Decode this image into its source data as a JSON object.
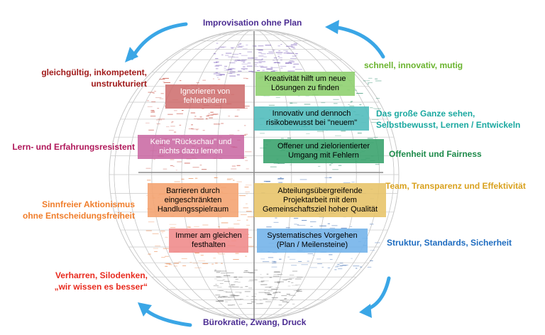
{
  "poles": {
    "top": "Improvisation ohne Plan",
    "bottom": "Bürokratie, Zwang, Druck"
  },
  "left_labels": [
    {
      "text": "gleichgültig, inkompetent,\nunstrukturiert",
      "color": "#a01a1a"
    },
    {
      "text": "Lern- und Erfahrungsresistent",
      "color": "#b0185a"
    },
    {
      "text": "Sinnfreier Aktionismus\nohne Entscheidungsfreiheit",
      "color": "#f07d2a"
    },
    {
      "text": "Verharren, Silodenken,\n„wir wissen es besser“",
      "color": "#e82a1e"
    }
  ],
  "right_labels": [
    {
      "text": "schnell, innovativ, mutig",
      "color": "#6ab42e"
    },
    {
      "text": "Das große Ganze sehen,\nSelbstbewusst, Lernen / Entwickeln",
      "color": "#1aa8a0"
    },
    {
      "text": "Offenheit und Fairness",
      "color": "#1d8a4a"
    },
    {
      "text": "Team, Transparenz und Effektivität",
      "color": "#d9a11e"
    },
    {
      "text": "Struktur, Standards, Sicherheit",
      "color": "#1e6cc0"
    }
  ],
  "boxes": [
    {
      "text": "Kreativität hilft um neue\nLösungen zu finden",
      "color": "#8fd070"
    },
    {
      "text": "Innovativ und dennoch\nrisikobewusst bei \"neuem\"",
      "color": "#52bcbc"
    },
    {
      "text": "Offener und zielorientierter\nUmgang mit Fehlern",
      "color": "#36a06a"
    },
    {
      "text": "Abteilungsübergreifende\nProjektarbeit mit dem\nGemeinschaftsziel hoher Qualität",
      "color": "#e8c46a"
    },
    {
      "text": "Systematisches Vorgehen\n(Plan / Meilensteine)",
      "color": "#74b4ea"
    },
    {
      "text": "Ignorieren von\nfehlerbildern",
      "color": "#cc6a6a"
    },
    {
      "text": "Keine \"Rückschau\" und\nnichts dazu lernen",
      "color": "#c864a0"
    },
    {
      "text": "Barrieren durch\neingeschränkten\nHandlungsspielraum",
      "color": "#f4a472"
    },
    {
      "text": "Immer am gleichen\nfesthalten",
      "color": "#f08c8c"
    }
  ],
  "colors": {
    "arrow": "#3aa6e6",
    "pole_text": "#4b2c92",
    "sphere": "#c8c8c8",
    "axis": "#8c8c8c"
  }
}
